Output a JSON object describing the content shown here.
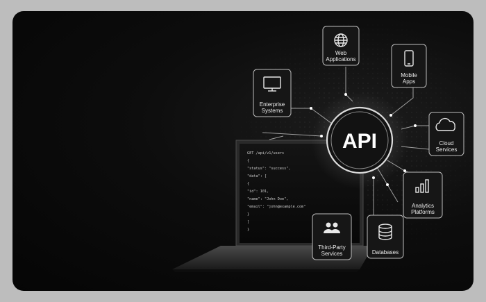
{
  "hub": {
    "label": "API"
  },
  "nodes": [
    {
      "id": "web",
      "lines": [
        "Web",
        "Applications"
      ],
      "icon": "globe-icon"
    },
    {
      "id": "mobile",
      "lines": [
        "Mobile",
        "Apps"
      ],
      "icon": "phone-icon"
    },
    {
      "id": "enterprise",
      "lines": [
        "Enterprise",
        "Systems"
      ],
      "icon": "monitor-icon"
    },
    {
      "id": "cloud",
      "lines": [
        "Cloud",
        "Services"
      ],
      "icon": "cloud-icon"
    },
    {
      "id": "analytics",
      "lines": [
        "Analytics",
        "Platforms"
      ],
      "icon": "bar-chart-icon"
    },
    {
      "id": "databases",
      "lines": [
        "Databases"
      ],
      "icon": "database-icon"
    },
    {
      "id": "thirdparty",
      "lines": [
        "Third-Party",
        "Services"
      ],
      "icon": "users-icon"
    }
  ],
  "code_lines": [
    "GET /api/v1/users",
    "{",
    "  \"status\": \"success\",",
    "  \"data\": [",
    "    {",
    "      \"id\": 101,",
    "      \"name\": \"John Doe\",",
    "      \"email\": \"john@example.com\"",
    "    }",
    "  ]",
    "}"
  ]
}
